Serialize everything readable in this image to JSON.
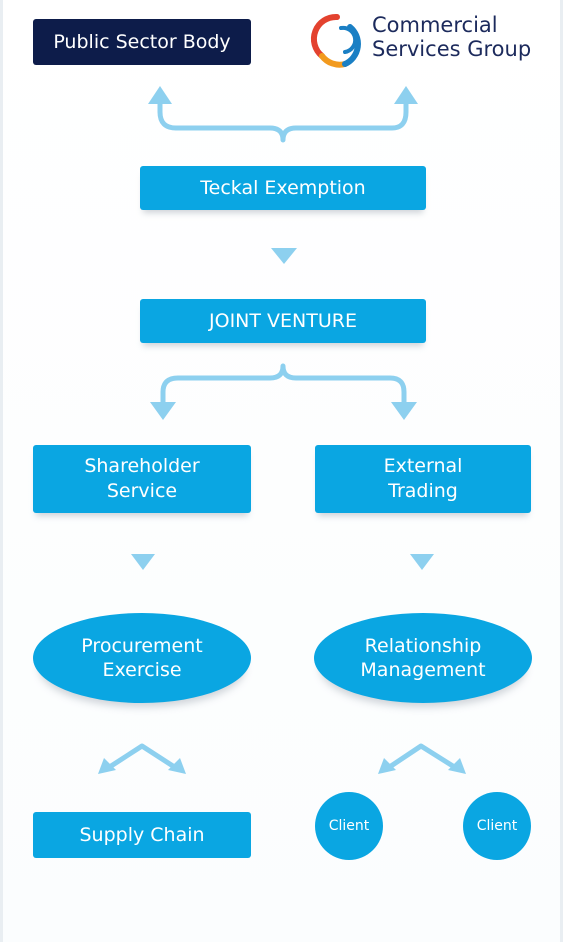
{
  "colors": {
    "box": "#0aa6e2",
    "arrow": "#8dd0ef",
    "navy": "#0d1c4a",
    "logo_text": "#1c2a5c",
    "logo_red": "#e3422f",
    "logo_orange": "#f29a1e",
    "logo_blue": "#1a7fc4"
  },
  "public_sector": {
    "label": "Public Sector Body"
  },
  "logo": {
    "text": "Commercial\nServices Group",
    "icon": "csg-swirl-icon"
  },
  "teckal": {
    "label": "Teckal Exemption"
  },
  "joint_venture": {
    "label": "JOINT VENTURE"
  },
  "shareholder": {
    "label": "Shareholder\nService"
  },
  "external": {
    "label": "External\nTrading"
  },
  "procurement": {
    "label": "Procurement\nExercise"
  },
  "relationship": {
    "label": "Relationship\nManagement"
  },
  "supply_chain": {
    "label": "Supply Chain"
  },
  "clients": [
    {
      "label": "Client"
    },
    {
      "label": "Client"
    }
  ]
}
